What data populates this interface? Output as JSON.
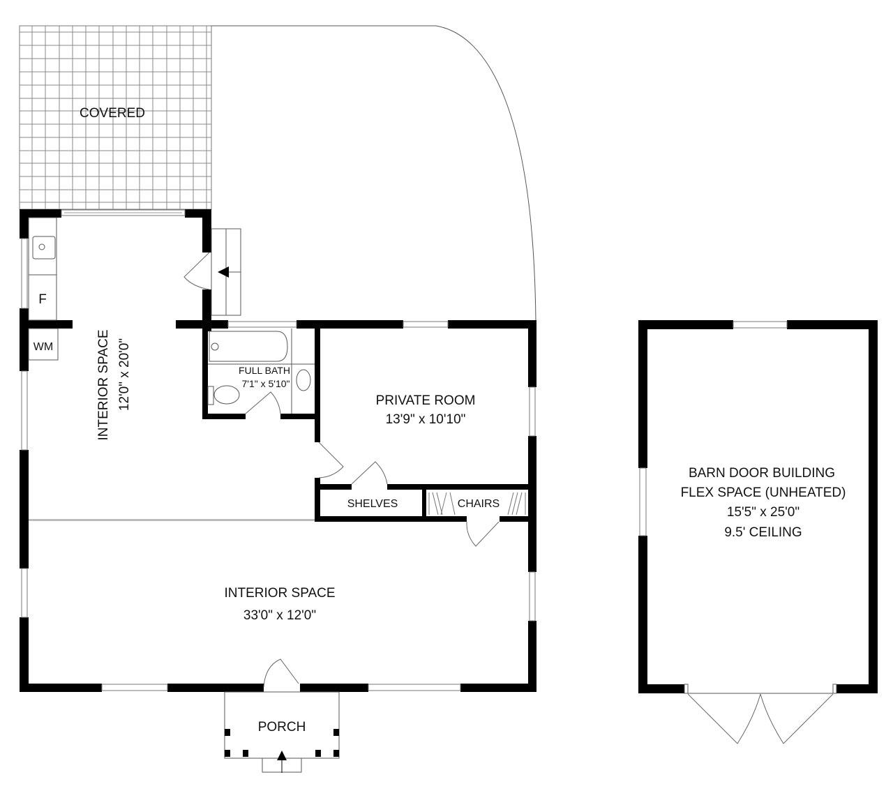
{
  "floorplan": {
    "covered": {
      "label": "COVERED"
    },
    "kitchen": {
      "appliance_f": "F",
      "appliance_wm": "WM"
    },
    "interior_left": {
      "name": "INTERIOR SPACE",
      "dims": "12'0\" x 20'0\""
    },
    "full_bath": {
      "name": "FULL BATH",
      "dims": "7'1\" x 5'10\""
    },
    "private_room": {
      "name": "PRIVATE ROOM",
      "dims": "13'9\" x 10'10\""
    },
    "shelves": {
      "name": "SHELVES"
    },
    "chairs": {
      "name": "CHAIRS"
    },
    "interior_main": {
      "name": "INTERIOR SPACE",
      "dims": "33'0\" x 12'0\""
    },
    "porch": {
      "name": "PORCH"
    },
    "barn": {
      "line1": "BARN DOOR BUILDING",
      "line2": "FLEX SPACE (UNHEATED)",
      "dims": "15'5\" x 25'0\"",
      "ceiling": "9.5' CEILING"
    },
    "colors": {
      "wall": "#000000",
      "line": "#555555",
      "background": "#ffffff"
    }
  }
}
